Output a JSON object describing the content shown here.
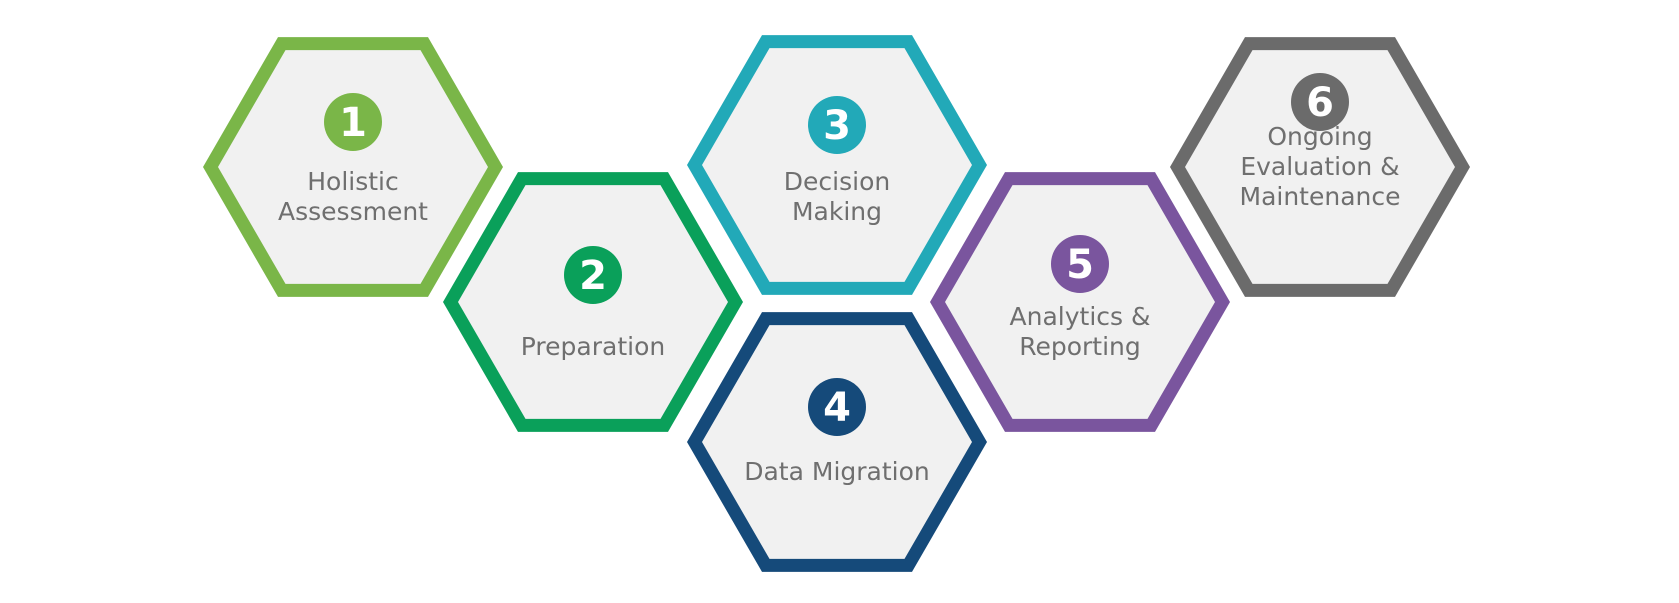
{
  "steps": [
    {
      "number": "1",
      "label_lines": [
        "Holistic",
        "Assessment"
      ],
      "color": "#7ab648"
    },
    {
      "number": "2",
      "label_lines": [
        "Preparation"
      ],
      "color": "#0aa05a"
    },
    {
      "number": "3",
      "label_lines": [
        "Decision",
        "Making"
      ],
      "color": "#22a9b8"
    },
    {
      "number": "4",
      "label_lines": [
        "Data Migration"
      ],
      "color": "#154a7a"
    },
    {
      "number": "5",
      "label_lines": [
        "Analytics &",
        "Reporting"
      ],
      "color": "#7a559e"
    },
    {
      "number": "6",
      "label_lines": [
        "Ongoing",
        "Evaluation &",
        "Maintenance"
      ],
      "color": "#6b6b6b"
    }
  ]
}
